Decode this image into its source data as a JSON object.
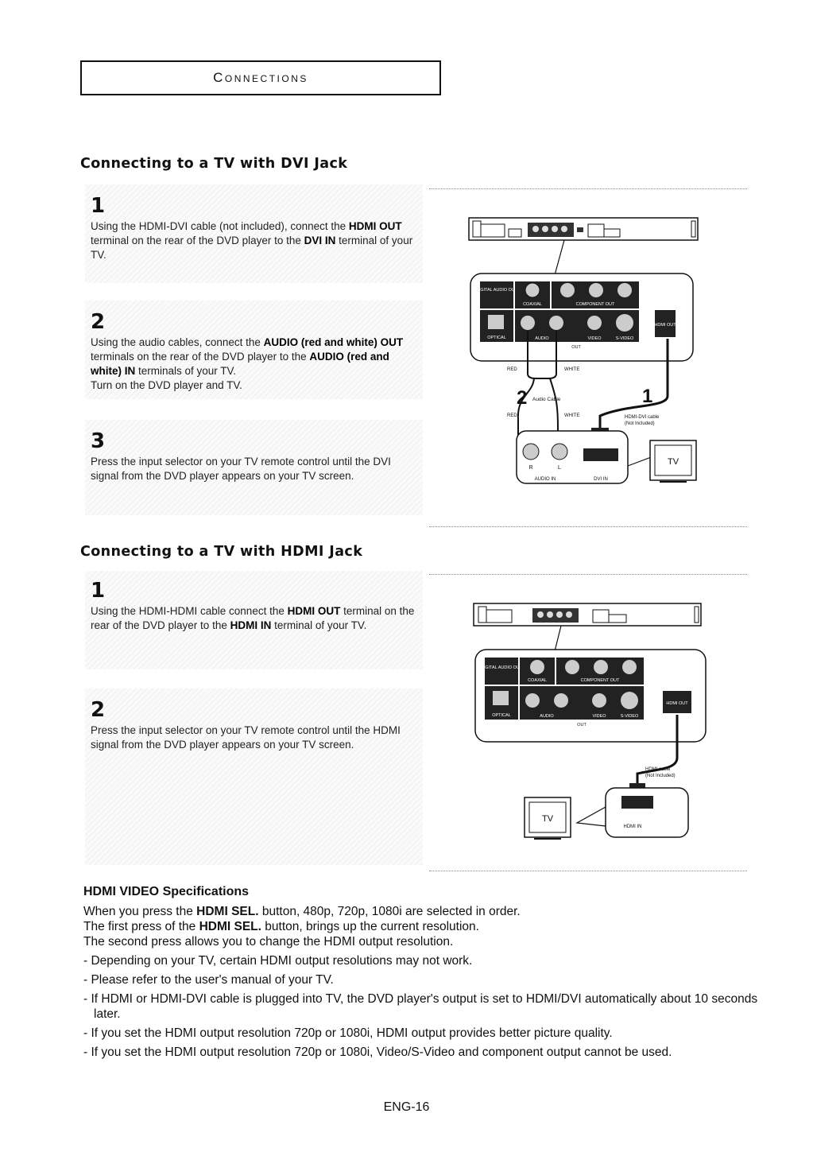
{
  "header": {
    "title": "Connections"
  },
  "dvi_section": {
    "title": "Connecting to a TV with DVI Jack",
    "steps": [
      {
        "num": "1",
        "parts": [
          {
            "t": "Using the HDMI-DVI cable (not included), connect the "
          },
          {
            "t": "HDMI OUT",
            "b": true
          },
          {
            "t": " terminal on the rear of the DVD player to the "
          },
          {
            "t": "DVI IN",
            "b": true
          },
          {
            "t": " terminal of your TV."
          }
        ]
      },
      {
        "num": "2",
        "parts": [
          {
            "t": "Using the audio cables, connect the "
          },
          {
            "t": "AUDIO (red and white) OUT",
            "b": true
          },
          {
            "t": " terminals on the rear of the DVD player to the "
          },
          {
            "t": "AUDIO (red and white) IN",
            "b": true
          },
          {
            "t": " terminals of your TV."
          },
          {
            "br": true
          },
          {
            "t": "Turn on the DVD player and TV."
          }
        ]
      },
      {
        "num": "3",
        "parts": [
          {
            "t": "Press the input selector on your TV remote control until the DVI signal from the DVD player appears on your TV screen."
          }
        ]
      }
    ],
    "diagram": {
      "digital_audio_out": "DIGITAL AUDIO OUT",
      "coaxial": "COAXIAL",
      "component_out": "COMPONENT OUT",
      "optical": "OPTICAL",
      "audio": "AUDIO",
      "video": "VIDEO",
      "svideo": "S-VIDEO",
      "out": "OUT",
      "hdmi_out": "HDMI OUT",
      "red": "RED",
      "white": "WHITE",
      "step2": "2",
      "step1": "1",
      "audio_cable": "Audio Cable",
      "cable_label": "HDMI-DVI cable",
      "not_included": "(Not Included)",
      "r": "R",
      "l": "L",
      "audio_in": "AUDIO IN",
      "dvi_in": "DVI IN",
      "tv": "TV"
    }
  },
  "hdmi_section": {
    "title": "Connecting to a TV with HDMI Jack",
    "steps": [
      {
        "num": "1",
        "parts": [
          {
            "t": "Using the HDMI-HDMI cable connect the "
          },
          {
            "t": "HDMI OUT",
            "b": true
          },
          {
            "t": " terminal on the rear of the DVD player to the "
          },
          {
            "t": "HDMI IN",
            "b": true
          },
          {
            "t": " terminal of your TV."
          }
        ]
      },
      {
        "num": "2",
        "parts": [
          {
            "t": "Press the input selector on your TV remote control until the HDMI signal from the DVD player appears on your TV screen."
          }
        ]
      }
    ],
    "diagram": {
      "digital_audio_out": "DIGITAL AUDIO OUT",
      "coaxial": "COAXIAL",
      "component_out": "COMPONENT OUT",
      "optical": "OPTICAL",
      "audio": "AUDIO",
      "video": "VIDEO",
      "svideo": "S-VIDEO",
      "out": "OUT",
      "hdmi_out": "HDMI OUT",
      "cable_label": "HDMI cable",
      "not_included": "(Not Included)",
      "hdmi_in": "HDMI IN",
      "tv": "TV"
    }
  },
  "specs": {
    "title": "HDMI VIDEO Specifications",
    "lines": [
      [
        {
          "t": "When you press the "
        },
        {
          "t": "HDMI SEL.",
          "b": true
        },
        {
          "t": " button, 480p, 720p, 1080i are selected in order."
        }
      ],
      [
        {
          "t": "The first press of the "
        },
        {
          "t": "HDMI SEL.",
          "b": true
        },
        {
          "t": " button, brings up the current resolution."
        }
      ],
      [
        {
          "t": "The second press allows you to change the HDMI output resolution."
        }
      ]
    ],
    "bullets": [
      "- Depending on your TV, certain HDMI output resolutions may not work.",
      "- Please refer to the user's manual of your TV.",
      "- If HDMI or HDMI-DVI cable is plugged into TV, the DVD player's output is set to HDMI/DVI automatically about 10 seconds later.",
      "- If you set the HDMI output resolution 720p or 1080i, HDMI output provides better picture quality.",
      "- If you set the HDMI output resolution 720p or 1080i, Video/S-Video and component output cannot be used."
    ]
  },
  "footer": {
    "page": "ENG-16"
  }
}
